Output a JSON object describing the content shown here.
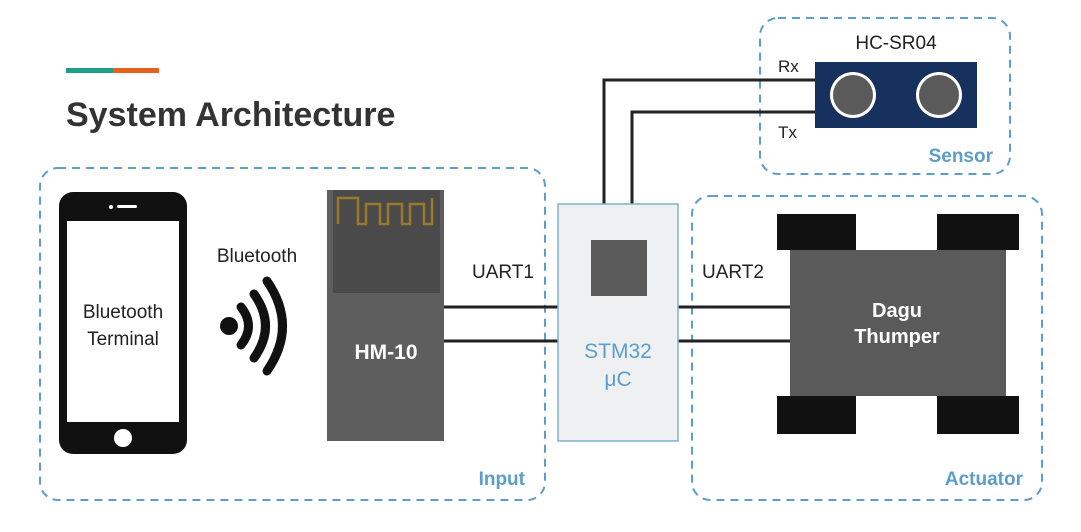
{
  "title": "System Architecture",
  "colors": {
    "accent_teal": "#1f9e8c",
    "accent_orange": "#e8611c",
    "group_border": "#5b9ec9",
    "group_label": "#5b9ec9",
    "wire": "#222222",
    "module_gray": "#5a5a5a",
    "stm32_fill": "#eef0f2",
    "stm32_text": "#5b9ec9",
    "sensor_navy": "#17315e"
  },
  "groups": {
    "input": "Input",
    "sensor": "Sensor",
    "actuator": "Actuator"
  },
  "nodes": {
    "phone": {
      "line1": "Bluetooth",
      "line2": "Terminal",
      "icon": "smartphone-icon"
    },
    "bluetooth_label": "Bluetooth",
    "bluetooth_icon": "wireless-signal-icon",
    "hm10": {
      "label": "HM-10",
      "icon": "antenna-trace-icon"
    },
    "stm32": {
      "line1": "STM32",
      "line2": "μC"
    },
    "sensor": {
      "label": "HC-SR04",
      "icon": "ultrasonic-sensor-icon"
    },
    "robot": {
      "line1": "Dagu",
      "line2": "Thumper",
      "icon": "robot-chassis-icon"
    }
  },
  "connections": {
    "uart1": "UART1",
    "uart2": "UART2",
    "rx": "Rx",
    "tx": "Tx"
  }
}
